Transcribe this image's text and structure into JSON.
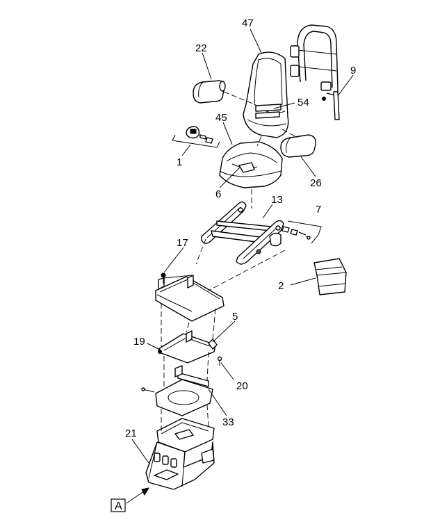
{
  "callouts": {
    "c47": "47",
    "c22": "22",
    "c9": "9",
    "c54": "54",
    "c45": "45",
    "c1": "1",
    "c26": "26",
    "c6": "6",
    "c13": "13",
    "c7": "7",
    "c17": "17",
    "c2": "2",
    "c5": "5",
    "c19": "19",
    "c20": "20",
    "c33": "33",
    "c21": "21"
  },
  "view_reference": "A",
  "line_color": "#000000",
  "background_color": "#ffffff"
}
